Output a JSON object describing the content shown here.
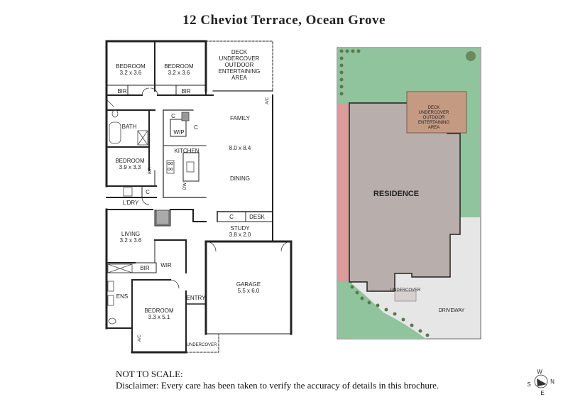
{
  "title": "12 Cheviot Terrace, Ocean Grove",
  "disclaimer": {
    "line1": "NOT TO SCALE:",
    "line2": "Disclaimer: Every care has been taken to verify the accuracy of details in this brochure."
  },
  "floorplan": {
    "bedroom_ne": {
      "name": "BEDROOM",
      "size": "3.2 x 3.6"
    },
    "bedroom_nw": {
      "name": "BEDROOM",
      "size": "3.2 x 3.6"
    },
    "bir1": "BIR",
    "bir2": "BIR",
    "deck": [
      "DECK",
      "UNDERCOVER",
      "OUTDOOR",
      "ENTERTAINING",
      "AREA"
    ],
    "ac1": "A/C",
    "bath": "BATH",
    "c1": "C",
    "wip": "WIP",
    "c2": "C",
    "family": "FAMILY",
    "family_size": "8.0 x 8.4",
    "kitchen": "KITCHEN",
    "bedroom_w": {
      "name": "BEDROOM",
      "size": "3.9 x 3.3"
    },
    "bir3": "BIR",
    "dw": "DW",
    "dining": "DINING",
    "c3": "C",
    "ldry": "L'DRY",
    "c4": "C",
    "desk": "DESK",
    "study": {
      "name": "STUDY",
      "size": "3.8 x 2.0"
    },
    "living": {
      "name": "LIVING",
      "size": "3.2 x 3.6"
    },
    "bir4": "BIR",
    "wir": "WIR",
    "garage": {
      "name": "GARAGE",
      "size": "5.5 x 6.0"
    },
    "ens": "ENS",
    "entry": "ENTRY",
    "bedroom_main": {
      "name": "BEDROOM",
      "size": "3.3 x 5.1"
    },
    "ac2": "A/C",
    "undercover": "UNDERCOVER"
  },
  "siteplan": {
    "deck": [
      "DECK",
      "UNDERCOVER",
      "OUTDOOR",
      "ENTERTAINING",
      "AREA"
    ],
    "residence": "RESIDENCE",
    "undercover": "UNDERCOVER",
    "driveway": "DRIVEWAY"
  },
  "compass": {
    "w": "W",
    "s": "S",
    "n": "N",
    "e": "E"
  },
  "colors": {
    "lawn": "#8fc49c",
    "residence": "#b8aeac",
    "deck": "#c59a83",
    "driveway": "#e6e6e6",
    "shrub": "#5a7a4a"
  }
}
